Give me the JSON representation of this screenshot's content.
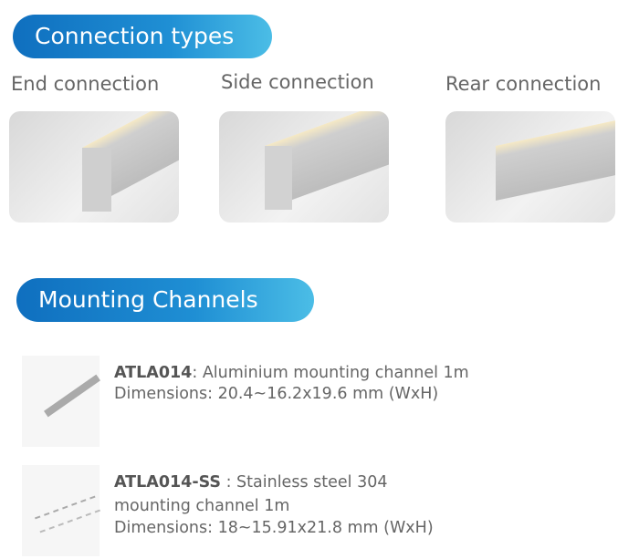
{
  "sections": {
    "connection_title": "Connection types",
    "mounting_title": "Mounting Channels"
  },
  "connections": [
    {
      "label": "End connection"
    },
    {
      "label": "Side connection"
    },
    {
      "label": "Rear connection"
    }
  ],
  "products": [
    {
      "code": "ATLA014",
      "desc": ": Aluminium mounting channel 1m",
      "dims": "Dimensions: 20.4~16.2x19.6 mm (WxH)"
    },
    {
      "code": "ATLA014-SS",
      "desc": " : Stainless steel 304",
      "desc2": "mounting channel 1m",
      "dims": "Dimensions: 18~15.91x21.8 mm (WxH)"
    }
  ]
}
